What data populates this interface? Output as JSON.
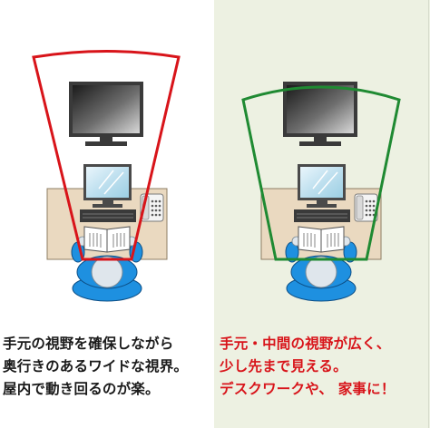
{
  "colors": {
    "left_frustum": "#d8141a",
    "right_frustum": "#1f8a32",
    "left_caption_text": "#1a1a1a",
    "right_caption_text": "#d8141a",
    "right_background": "#edf1e2",
    "desk": "#ead9c0",
    "person_body": "#1e90e0",
    "person_head": "#dfe6ec"
  },
  "panels": [
    {
      "id": "left",
      "caption_lines": [
        "手元の視野を確保しながら",
        "奥行きのあるワイドな視界。",
        "屋内で動き回るのが楽。"
      ]
    },
    {
      "id": "right",
      "caption_lines": [
        "手元・中間の視野が広く、",
        "少し先まで見える。",
        "デスクワークや、 家事に！"
      ]
    }
  ]
}
